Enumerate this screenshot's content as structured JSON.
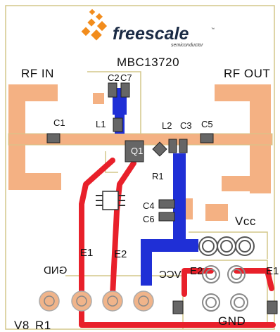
{
  "colors": {
    "pad": "#f4b183",
    "board_outline": "#d4c78a",
    "trace_red": "#e8202a",
    "trace_blue": "#1f2fd6",
    "component_gray": "#666666",
    "logo_orange": "#f28c1c",
    "connector_ring": "#f0b48a"
  },
  "logo": {
    "brand": "freescale",
    "trademark": "™",
    "sub": "semiconductor",
    "icon": "freescale-swoosh-icon"
  },
  "part_number": "MBC13720",
  "ports": {
    "rf_in": "RF  IN",
    "rf_out": "RF OUT",
    "vcc": "Vcc",
    "gnd": "GND"
  },
  "components": {
    "c1": "C1",
    "c2": "C2",
    "c7": "C7",
    "l1": "L1",
    "l2": "L2",
    "c3": "C3",
    "c5": "C5",
    "q1": "Q1",
    "r1": "R1",
    "c4": "C4",
    "c6": "C6"
  },
  "traces": {
    "e1": "E1",
    "e2": "E2"
  },
  "connector_labels": {
    "v8": "V8",
    "r1_bottom": "R1"
  },
  "mirrored": {
    "left": "GND",
    "right": "VCC"
  },
  "partial": {
    "e2_right": "E2",
    "e1_right": "E1"
  }
}
